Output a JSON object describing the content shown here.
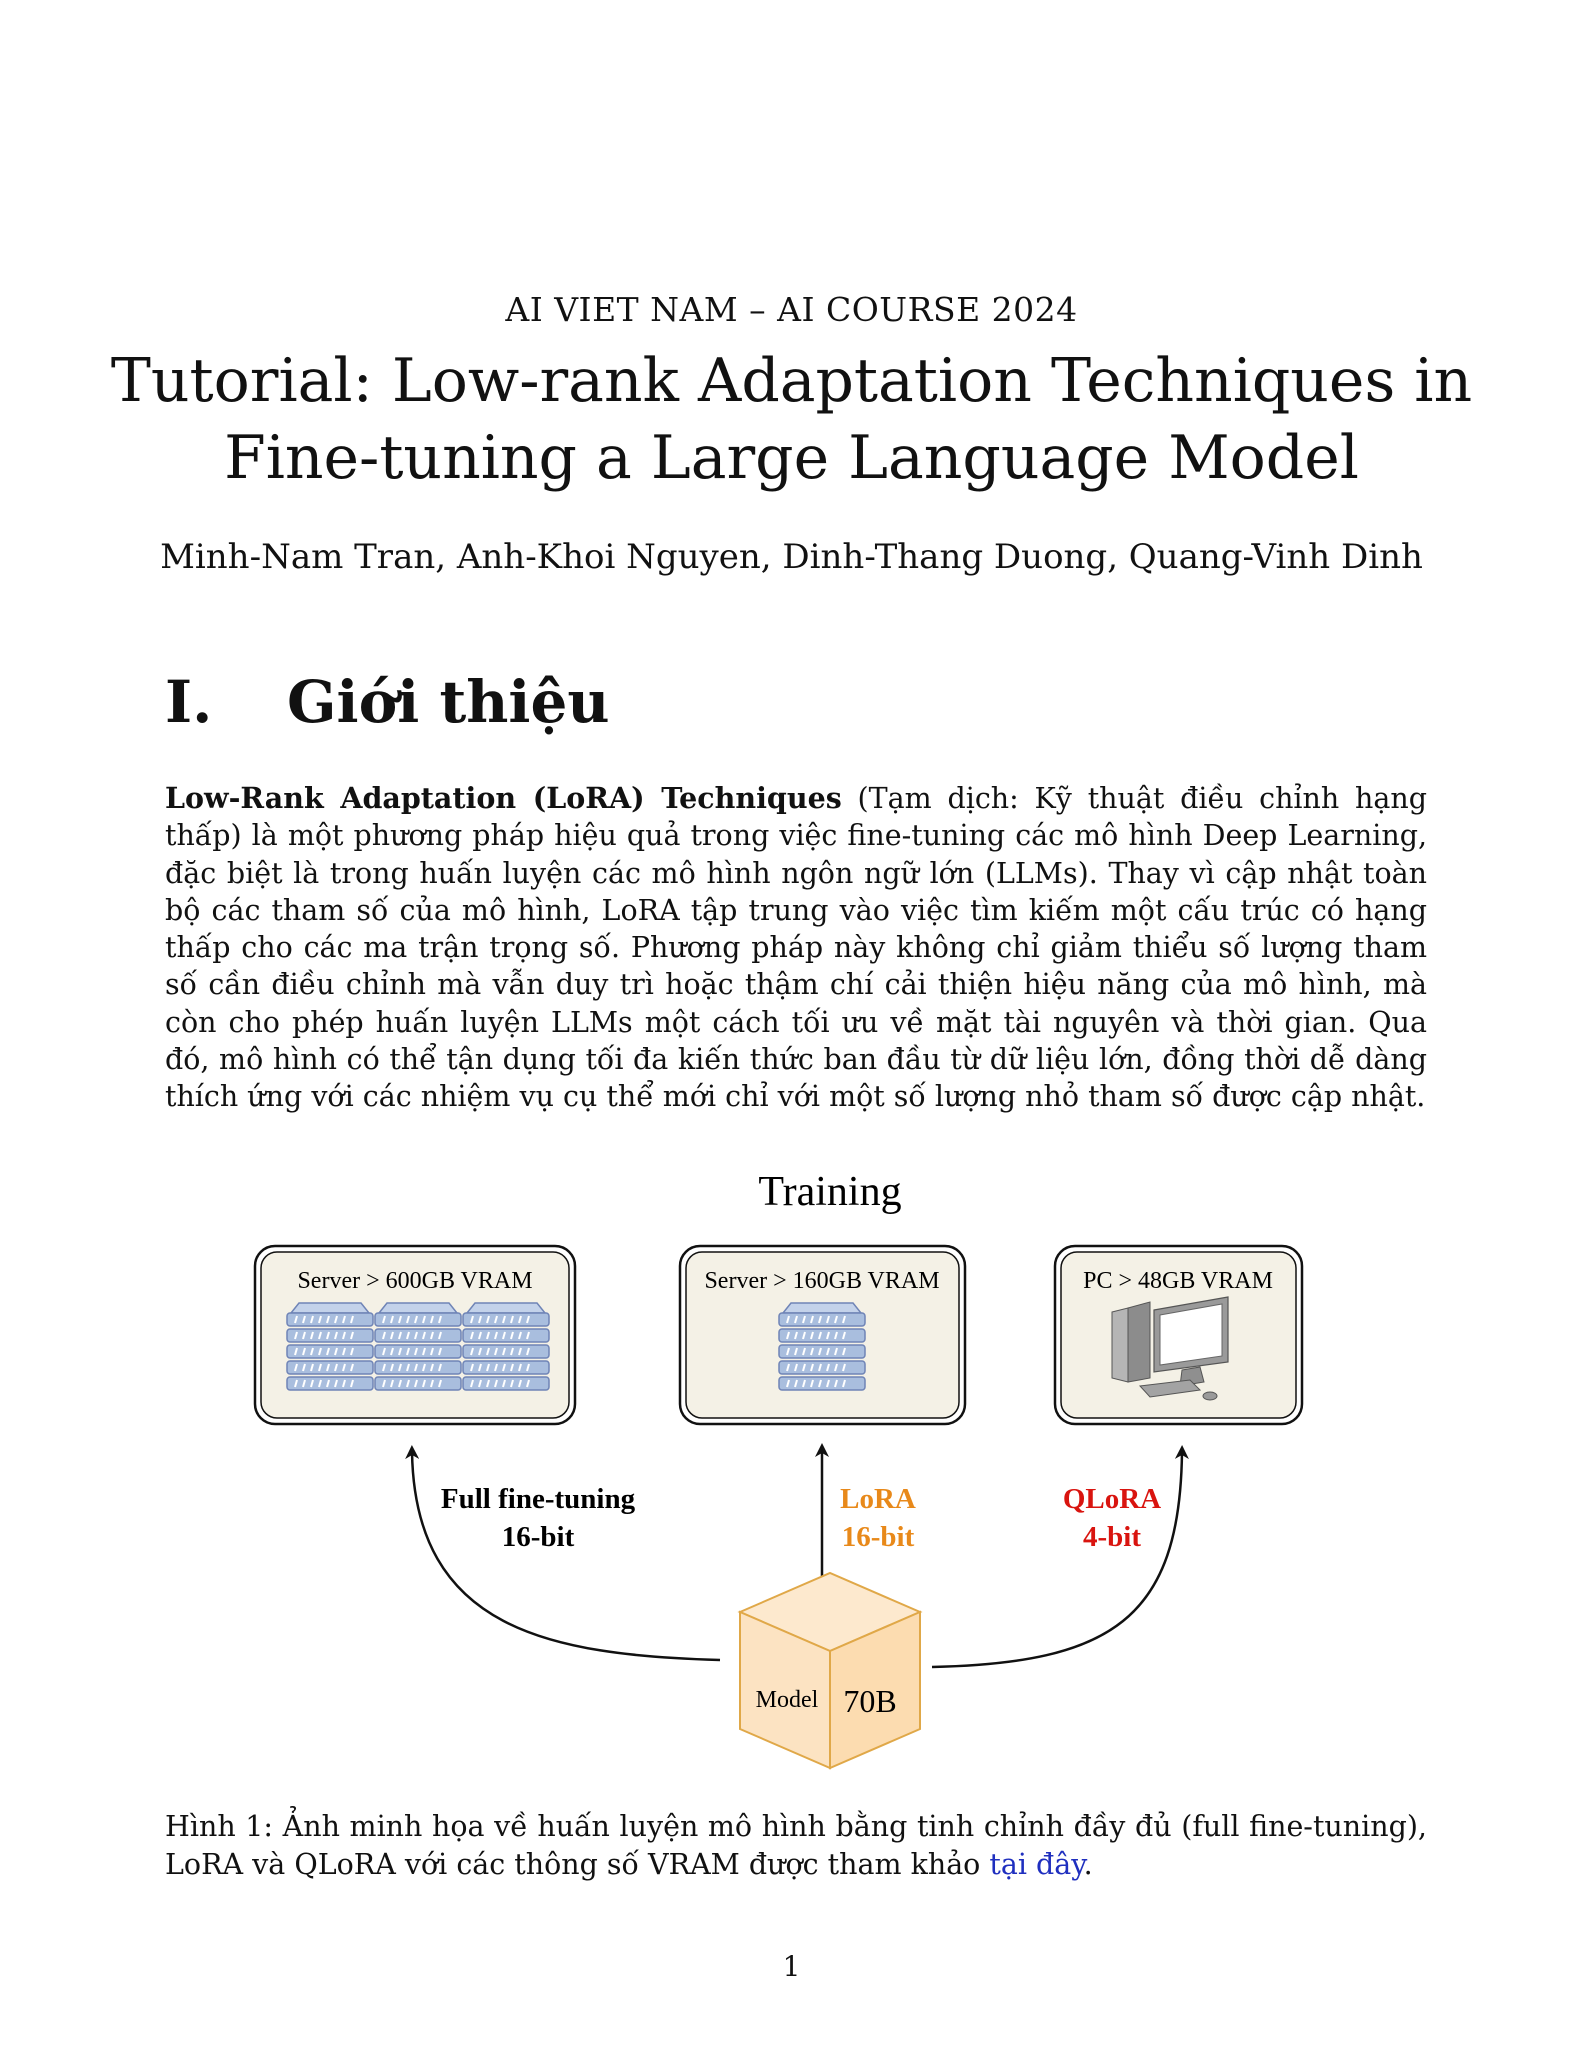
{
  "header": {
    "course": "AI VIET NAM – AI COURSE 2024",
    "title_line1": "Tutorial: Low-rank Adaptation Techniques in",
    "title_line2": "Fine-tuning a Large Language Model",
    "authors": "Minh-Nam Tran, Anh-Khoi Nguyen, Dinh-Thang Duong, Quang-Vinh Dinh"
  },
  "section": {
    "number": "I.",
    "title": "Giới thiệu"
  },
  "paragraph": {
    "bold_lead": "Low-Rank Adaptation (LoRA) Techniques",
    "text": " (Tạm dịch: Kỹ thuật điều chỉnh hạng thấp) là một phương pháp hiệu quả trong việc fine-tuning các mô hình Deep Learning, đặc biệt là trong huấn luyện các mô hình ngôn ngữ lớn (LLMs). Thay vì cập nhật toàn bộ các tham số của mô hình, LoRA tập trung vào việc tìm kiếm một cấu trúc có hạng thấp cho các ma trận trọng số. Phương pháp này không chỉ giảm thiểu số lượng tham số cần điều chỉnh mà vẫn duy trì hoặc thậm chí cải thiện hiệu năng của mô hình, mà còn cho phép huấn luyện LLMs một cách tối ưu về mặt tài nguyên và thời gian. Qua đó, mô hình có thể tận dụng tối đa kiến thức ban đầu từ dữ liệu lớn, đồng thời dễ dàng thích ứng với các nhiệm vụ cụ thể mới chỉ với một số lượng nhỏ tham số được cập nhật."
  },
  "figure": {
    "title": "Training",
    "boxes": {
      "left": "Server > 600GB VRAM",
      "middle": "Server > 160GB VRAM",
      "right": "PC > 48GB VRAM"
    },
    "labels": {
      "full_line1": "Full fine-tuning",
      "full_line2": "16-bit",
      "lora_line1": "LoRA",
      "lora_line2": "16-bit",
      "qlora_line1": "QLoRA",
      "qlora_line2": "4-bit"
    },
    "model_label": "Model",
    "model_size": "70B",
    "colors": {
      "box_fill": "#f4f1e6",
      "server_blue": "#a9bede",
      "server_stroke": "#6f84b6",
      "cube_fill": "#fce3c2",
      "cube_stroke": "#e0a848",
      "lora": "#e8891a",
      "qlora": "#d9140f"
    }
  },
  "caption": {
    "text": "Hình 1: Ảnh minh họa về huấn luyện mô hình bằng tinh chỉnh đầy đủ (full fine-tuning), LoRA và QLoRA với các thông số VRAM được tham khảo ",
    "link": "tại đây",
    "end": "."
  },
  "page_number": "1"
}
